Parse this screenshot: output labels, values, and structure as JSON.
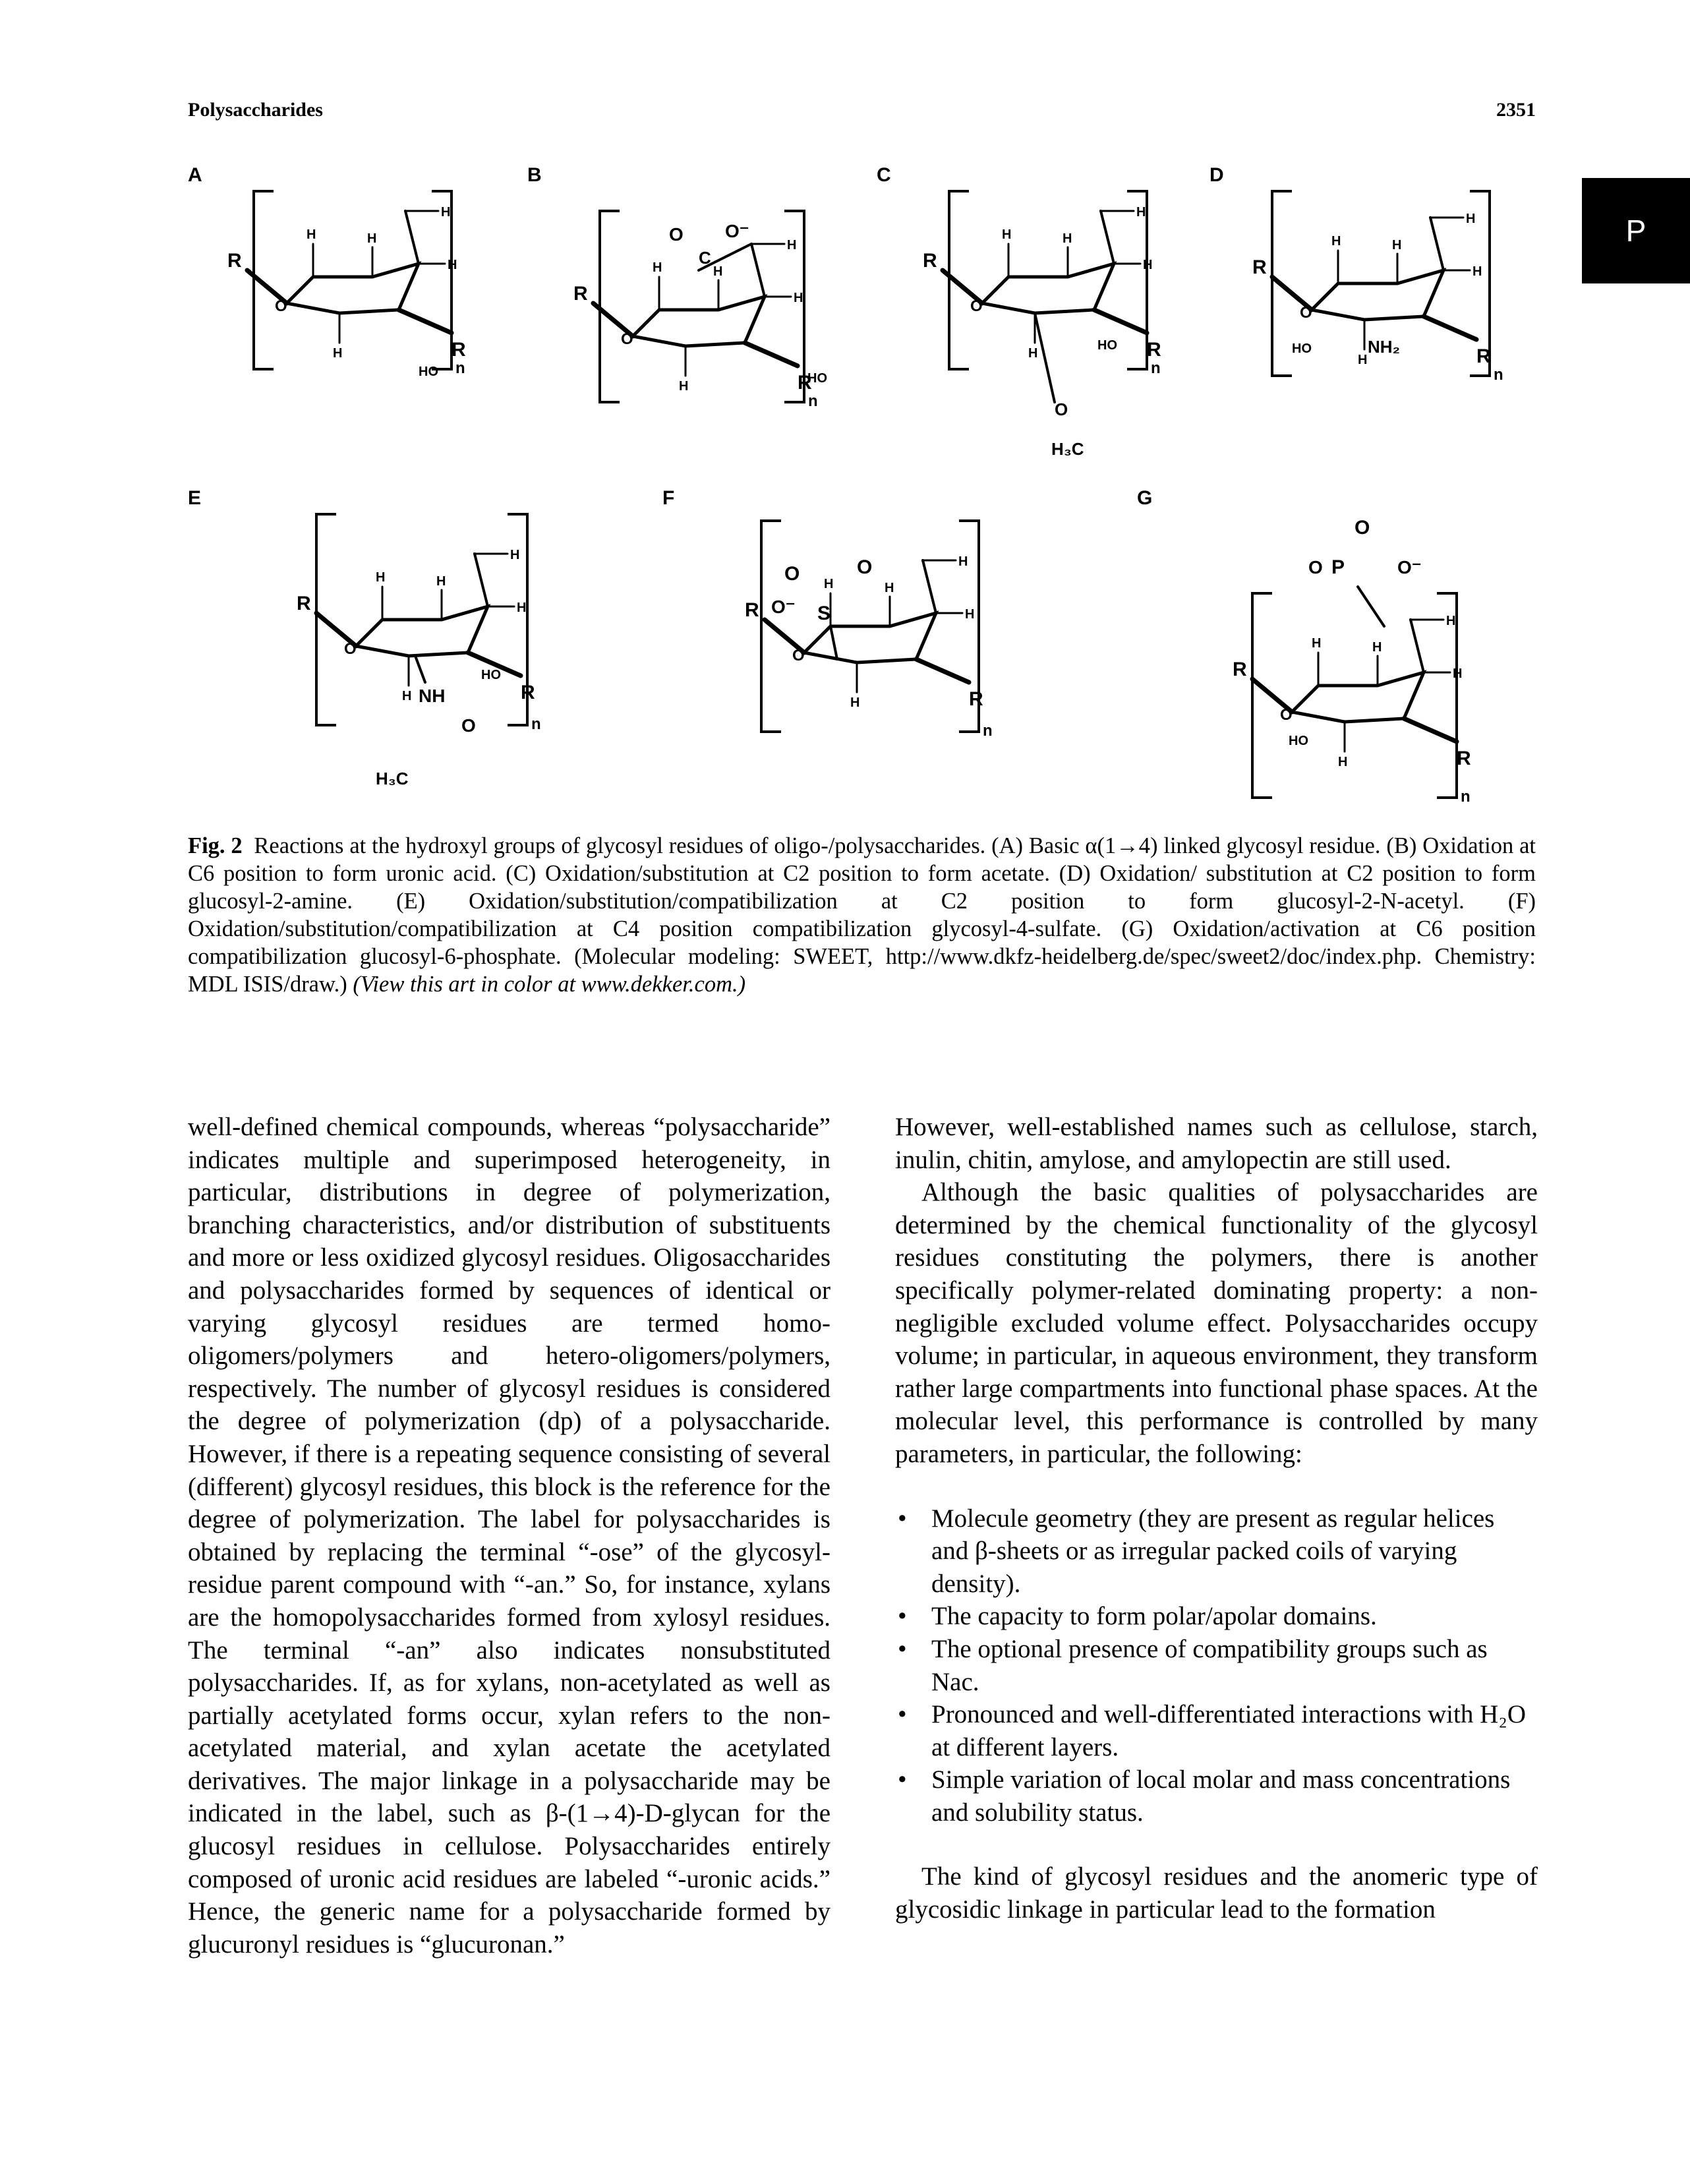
{
  "header": {
    "running_head": "Polysaccharides",
    "page_number": "2351",
    "section_tab": "P"
  },
  "figure": {
    "panel_labels": [
      "A",
      "B",
      "C",
      "D",
      "E",
      "F",
      "G"
    ],
    "atom_labels": {
      "R": "R",
      "H": "H",
      "O": "O",
      "HO": "HO",
      "n": "n",
      "NH2": "NH₂",
      "NH": "NH",
      "H3C": "H₃C",
      "S": "S",
      "P": "P",
      "O_minus": "O⁻",
      "C": "C"
    }
  },
  "caption": {
    "label": "Fig. 2",
    "text": "Reactions at the hydroxyl groups of glycosyl residues of oligo-/polysaccharides. (A) Basic α(1→4) linked glycosyl residue. (B) Oxidation at C6 position to form uronic acid. (C) Oxidation/substitution at C2 position to form acetate. (D) Oxidation/ substitution at C2 position to form glucosyl-2-amine. (E) Oxidation/substitution/compatibilization at C2 position to form glucosyl-2-N-acetyl. (F) Oxidation/substitution/compatibilization at C4 position compatibilization glycosyl-4-sulfate. (G) Oxidation/activation at C6 position compatibilization glucosyl-6-phosphate. (Molecular modeling: SWEET, http://www.dkfz-heidelberg.de/spec/sweet2/doc/index.php. Chemistry: MDL ISIS/draw.)",
    "credit": "(View this art in color at www.dekker.com.)"
  },
  "left_column": {
    "paragraph": "well-defined chemical compounds, whereas “polysaccharide” indicates multiple and superimposed heterogeneity, in particular, distributions in degree of polymerization, branching characteristics, and/or distribution of substituents and more or less oxidized glycosyl residues. Oligosaccharides and polysaccharides formed by sequences of identical or varying glycosyl residues are termed homo-oligomers/polymers and hetero-oligomers/polymers, respectively. The number of glycosyl residues is considered the degree of polymerization (dp) of a polysaccharide. However, if there is a repeating sequence consisting of several (different) glycosyl residues, this block is the reference for the degree of polymerization. The label for polysaccharides is obtained by replacing the terminal “-ose” of the glycosyl-residue parent compound with “-an.” So, for instance, xylans are the homopolysaccharides formed from xylosyl residues. The terminal “-an” also indicates nonsubstituted polysaccharides. If, as for xylans, non-acetylated as well as partially acetylated forms occur, xylan refers to the non-acetylated material, and xylan acetate the acetylated derivatives. The major linkage in a polysaccharide may be indicated in the label, such as β-(1→4)-D-glycan for the glucosyl residues in cellulose. Polysaccharides entirely composed of uronic acid residues are labeled “-uronic acids.” Hence, the generic name for a polysaccharide formed by glucuronyl residues is “glucuronan.”"
  },
  "right_column": {
    "paragraph1": "However, well-established names such as cellulose, starch, inulin, chitin, amylose, and amylopectin are still used.",
    "paragraph2": "Although the basic qualities of polysaccharides are determined by the chemical functionality of the glycosyl residues constituting the polymers, there is another specifically polymer-related dominating property: a non-negligible excluded volume effect. Polysaccharides occupy volume; in particular, in aqueous environment, they transform rather large compartments into functional phase spaces. At the molecular level, this performance is controlled by many parameters, in particular, the following:",
    "bullet_symbol": "•",
    "bullets": [
      "Molecule geometry (they are present as regular helices and β-sheets or as irregular packed coils of varying density).",
      "The capacity to form polar/apolar domains.",
      "The optional presence of compatibility groups such as Nac.",
      "Pronounced and well-differentiated interactions with H₂O at different layers.",
      "Simple variation of local molar and mass concentrations and solubility status."
    ],
    "paragraph3": "The kind of glycosyl residues and the anomeric type of glycosidic linkage in particular lead to the formation"
  }
}
